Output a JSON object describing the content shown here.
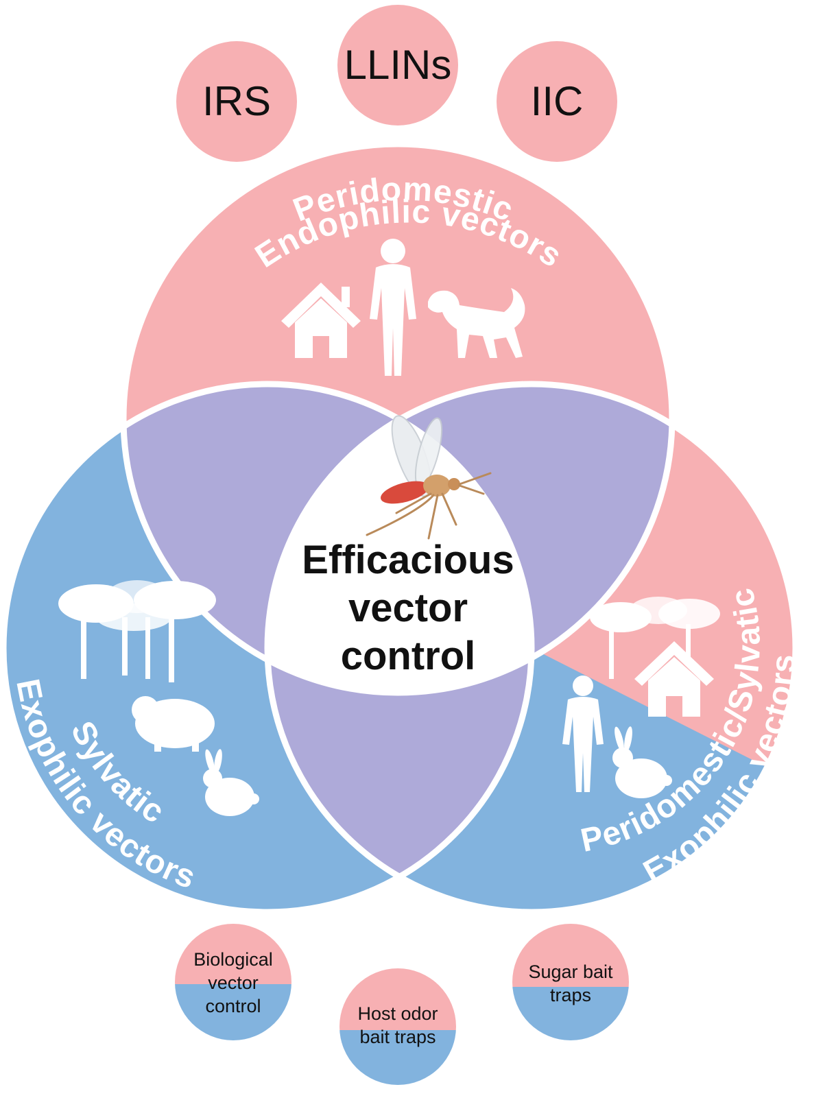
{
  "colors": {
    "pink": "#f7b0b3",
    "blue": "#82b3de",
    "purple": "#aeaad9",
    "center": "#ffffff",
    "divider": "#ffffff",
    "label": "#ffffff",
    "text": "#111111"
  },
  "top_interventions": [
    {
      "label": "IRS"
    },
    {
      "label": "LLINs"
    },
    {
      "label": "IIC"
    }
  ],
  "regions": {
    "top": {
      "line1": "Peridomestic",
      "line2": "Endophilic vectors"
    },
    "left": {
      "line1": "Sylvatic",
      "line2": "Exophilic vectors"
    },
    "right": {
      "line1": "Peridomestic/Sylvatic",
      "line2": "Exophilic vectors"
    }
  },
  "center": {
    "line1": "Efficacious",
    "line2": "vector",
    "line3": "control"
  },
  "bottom_interventions": [
    {
      "line1": "Biological",
      "line2": "vector",
      "line3": "control"
    },
    {
      "line1": "Host odor",
      "line2": "bait traps"
    },
    {
      "line1": "Sugar bait",
      "line2": "traps"
    }
  ],
  "icons": [
    "house-icon",
    "person-icon",
    "dog-icon",
    "trees-icon",
    "guinea-pig-icon",
    "rabbit-icon",
    "mosquito-icon"
  ]
}
